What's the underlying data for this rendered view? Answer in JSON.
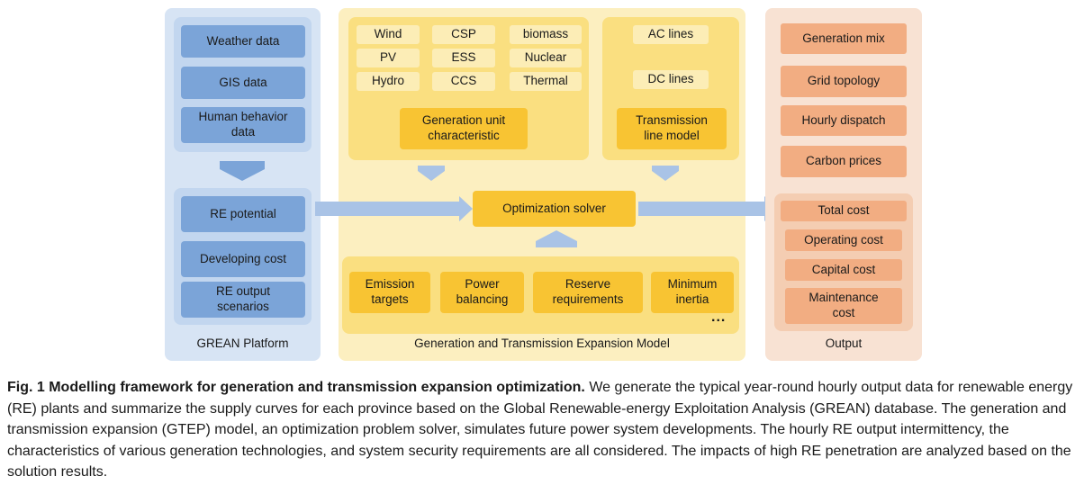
{
  "platform": {
    "label": "GREAN Platform",
    "data_items": [
      "Weather data",
      "GIS data",
      "Human behavior data"
    ],
    "outputs": [
      "RE potential",
      "Developing cost",
      "RE output scenarios"
    ]
  },
  "gtep": {
    "label": "Generation and Transmission Expansion Model",
    "technologies": [
      "Wind",
      "CSP",
      "biomass",
      "PV",
      "ESS",
      "Nuclear",
      "Hydro",
      "CCS",
      "Thermal"
    ],
    "generation_characteristic": "Generation unit characteristic",
    "lines": [
      "AC lines",
      "DC lines"
    ],
    "transmission_model": "Transmission line model",
    "solver": "Optimization solver",
    "constraints": [
      "Emission targets",
      "Power balancing",
      "Reserve requirements",
      "Minimum inertia"
    ],
    "more": "..."
  },
  "output": {
    "label": "Output",
    "items": [
      "Generation mix",
      "Grid topology",
      "Hourly dispatch",
      "Carbon prices"
    ],
    "cost_items": [
      "Total cost",
      "Operating cost",
      "Capital cost",
      "Maintenance cost"
    ]
  },
  "caption": {
    "title": "Fig. 1 Modelling framework for generation and transmission expansion optimization.",
    "body": "We generate the typical year-round hourly output data for renewable energy (RE) plants and summarize the supply curves for each province based on the Global Renewable-energy Exploitation Analysis (GREAN) database. The generation and transmission expansion (GTEP) model, an optimization problem solver, simulates future power system developments. The hourly RE output intermittency, the characteristics of various generation technologies, and system security requirements are all considered. The impacts of high RE penetration are analyzed based on the solution results."
  },
  "colors": {
    "blue": "#7ba4d8",
    "yellow": "#f8c433",
    "orange": "#f2ad82",
    "arrow": "#a9c3e6"
  }
}
